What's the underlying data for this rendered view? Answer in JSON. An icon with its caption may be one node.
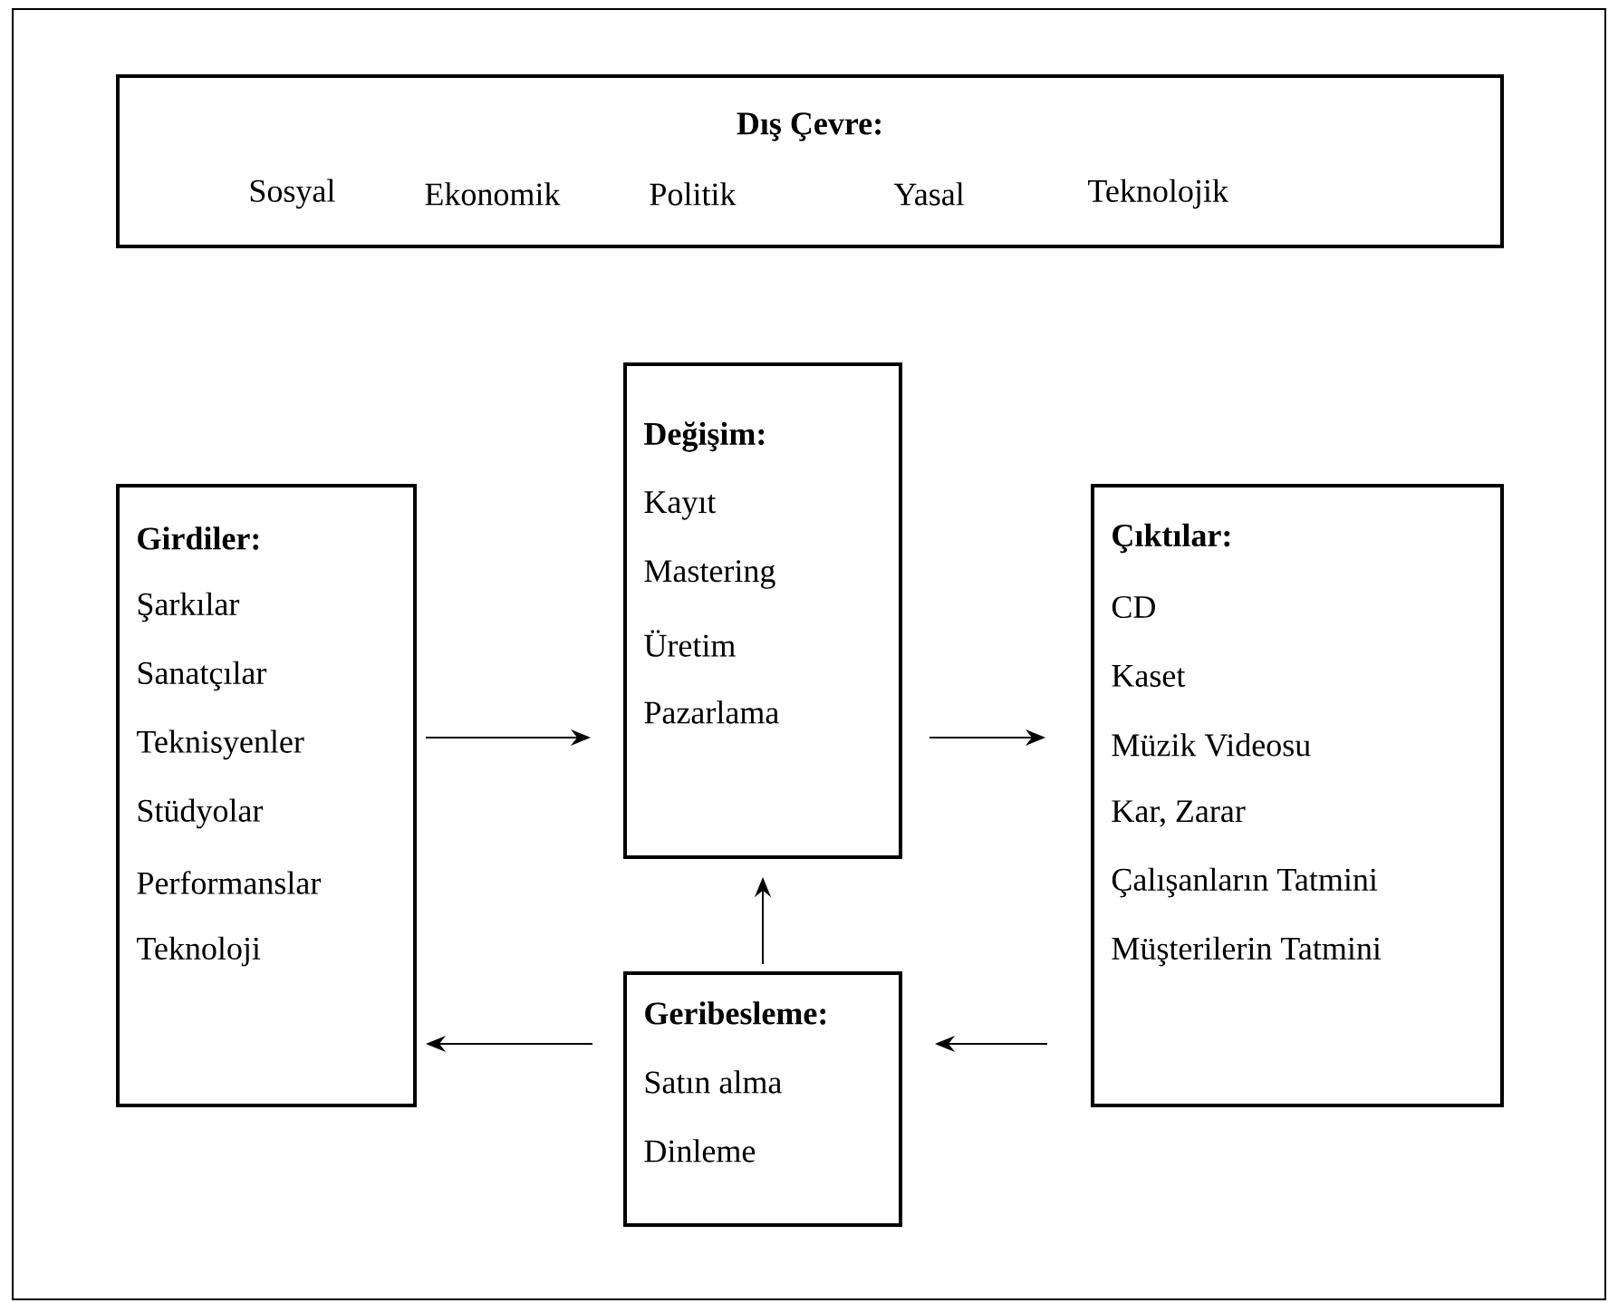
{
  "diagram": {
    "nodes": [
      {
        "text": [
          "Dış Çevre:",
          "Sosyal",
          "Ekonomik",
          "Politik",
          "Yasal",
          "Teknolojik"
        ]
      },
      {
        "text": [
          "Girdiler:",
          "Şarkılar",
          "Sanatçılar",
          "Teknisyenler",
          "Stüdyolar",
          "Performanslar",
          "Teknoloji"
        ]
      },
      {
        "text": [
          "Değişim:",
          "Kayıt",
          "Mastering",
          "Üretim",
          "Pazarlama"
        ]
      },
      {
        "text": [
          "Çıktılar:",
          "CD",
          "Kaset",
          "Müzik Videosu",
          "Kar, Zarar",
          "Çalışanların Tatmini",
          "Müşterilerin Tatmini"
        ]
      },
      {
        "text": [
          "Geribesleme:",
          "Satın alma",
          "Dinleme"
        ]
      }
    ],
    "edges": [
      {
        "from": 1,
        "to": 2,
        "arrow": "to"
      },
      {
        "from": 2,
        "to": 3,
        "arrow": "to"
      },
      {
        "from": 4,
        "to": 2,
        "arrow": "to"
      },
      {
        "from": 3,
        "to": 4,
        "arrow": "to"
      },
      {
        "from": 4,
        "to": 1,
        "arrow": "to"
      }
    ]
  }
}
